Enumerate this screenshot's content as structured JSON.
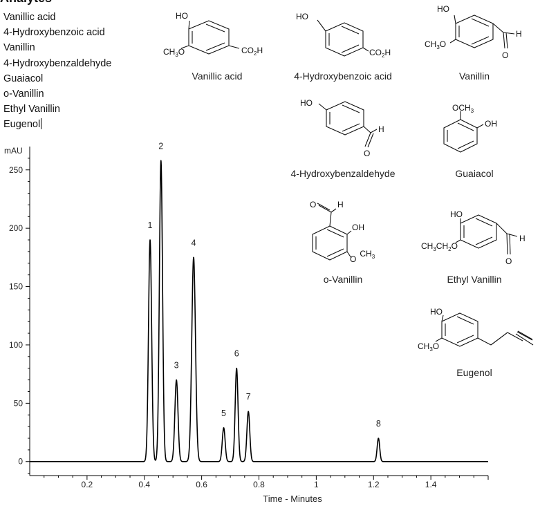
{
  "header": {
    "title": "Analytes"
  },
  "analytes": [
    "Vanillic acid",
    "4-Hydroxybenzoic acid",
    "Vanillin",
    "4-Hydroxybenzaldehyde",
    "Guaiacol",
    "o-Vanillin",
    "Ethyl Vanillin",
    "Eugenol"
  ],
  "structures": {
    "vanillic_acid": {
      "caption": "Vanillic acid",
      "ho": "HO",
      "ch3o": "CH",
      "ch3o_sub": "3",
      "ch3o_o": "O",
      "co2h": "CO",
      "co2h_sub": "2",
      "co2h_h": "H"
    },
    "hydroxybenzoic": {
      "caption": "4-Hydroxybenzoic acid",
      "ho": "HO",
      "co2h": "CO",
      "co2h_sub": "2",
      "co2h_h": "H"
    },
    "vanillin": {
      "caption": "Vanillin",
      "ho": "HO",
      "ch3o": "CH",
      "ch3o_sub": "3",
      "ch3o_o": "O",
      "h": "H",
      "o": "O"
    },
    "hydroxybenzaldehyde": {
      "caption": "4-Hydroxybenzaldehyde",
      "ho": "HO",
      "h": "H",
      "o": "O"
    },
    "guaiacol": {
      "caption": "Guaiacol",
      "och3": "OCH",
      "och3_sub": "3",
      "oh": "OH"
    },
    "o_vanillin": {
      "caption": "o-Vanillin",
      "o": "O",
      "h": "H",
      "oh": "OH",
      "och3": "O",
      "och3_ch": "CH",
      "och3_sub": "3"
    },
    "ethyl_vanillin": {
      "caption": "Ethyl Vanillin",
      "ho": "HO",
      "ch3ch2o_a": "CH",
      "sub1": "3",
      "ch3ch2o_b": "CH",
      "sub2": "2",
      "ch3ch2o_o": "O",
      "h": "H",
      "o": "O"
    },
    "eugenol": {
      "caption": "Eugenol",
      "ho": "HO",
      "ch3o": "CH",
      "ch3o_sub": "3",
      "ch3o_o": "O"
    }
  },
  "chart_data": {
    "type": "line",
    "ylabel": "mAU",
    "xlabel": "Time - Minutes",
    "xlim": [
      0,
      1.6
    ],
    "ylim": [
      -12,
      270
    ],
    "x_ticks": [
      "0.2",
      "0.4",
      "0.6",
      "0.8",
      "1",
      "1.2",
      "1.4"
    ],
    "y_ticks": [
      "0",
      "50",
      "100",
      "150",
      "200",
      "250"
    ],
    "peaks": [
      {
        "label": "1",
        "time": 0.42,
        "height": 190,
        "width": 0.0055
      },
      {
        "label": "2",
        "time": 0.458,
        "height": 258,
        "width": 0.0055
      },
      {
        "label": "3",
        "time": 0.512,
        "height": 70,
        "width": 0.0055
      },
      {
        "label": "4",
        "time": 0.572,
        "height": 175,
        "width": 0.0065
      },
      {
        "label": "5",
        "time": 0.677,
        "height": 29,
        "width": 0.005
      },
      {
        "label": "6",
        "time": 0.722,
        "height": 80,
        "width": 0.005
      },
      {
        "label": "7",
        "time": 0.763,
        "height": 43,
        "width": 0.005
      },
      {
        "label": "8",
        "time": 1.217,
        "height": 20,
        "width": 0.0045
      }
    ],
    "grid": false
  }
}
